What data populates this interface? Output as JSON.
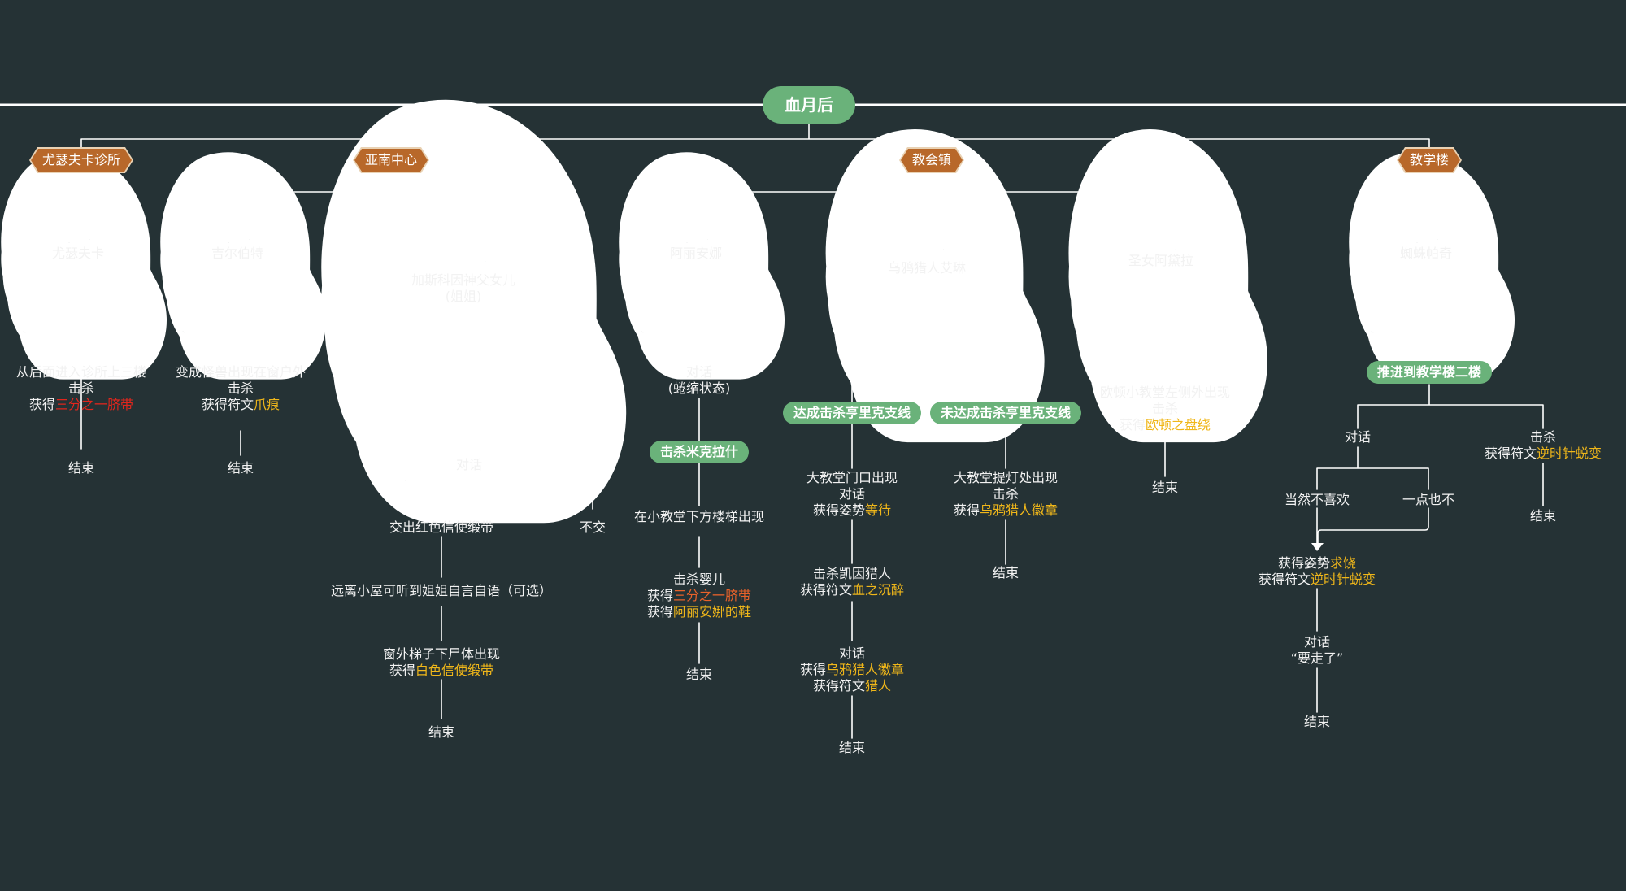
{
  "root": {
    "label": "血月后"
  },
  "locations": [
    {
      "id": "clinic",
      "label": "尤瑟夫卡诊所"
    },
    {
      "id": "yanan",
      "label": "亚南中心"
    },
    {
      "id": "church_town",
      "label": "教会镇"
    },
    {
      "id": "school",
      "label": "教学楼"
    }
  ],
  "characters": [
    {
      "id": "yusefka",
      "label": "尤瑟夫卡"
    },
    {
      "id": "gilbert",
      "label": "吉尔伯特"
    },
    {
      "id": "gascoigne_daughter",
      "line1": "加斯科因神父女儿",
      "line2": "(姐姐)"
    },
    {
      "id": "arianna",
      "label": "阿丽安娜"
    },
    {
      "id": "eileen",
      "label": "乌鸦猎人艾琳"
    },
    {
      "id": "adella",
      "label": "圣女阿黛拉"
    },
    {
      "id": "patches",
      "label": "蜘蛛帕奇"
    }
  ],
  "branches": {
    "clinic": {
      "step1": [
        "从后面进入诊所上三楼",
        "击杀"
      ],
      "step1_reward_prefix": "获得",
      "step1_reward": "三分之一脐带",
      "end": "结束"
    },
    "gilbert": {
      "step1": [
        "变成怪兽出现在窗户外",
        "击杀"
      ],
      "step1_reward_prefix": "获得符文",
      "step1_reward": "爪痕",
      "end": "结束"
    },
    "daughter": {
      "talk": "对话",
      "option_give": "交出红色信使缎带",
      "option_no": "不交",
      "step2": "远离小屋可听到姐姐自言自语（可选）",
      "step3": "窗外梯子下尸体出现",
      "step3_reward_prefix": "获得",
      "step3_reward": "白色信使缎带",
      "end": "结束"
    },
    "arianna": {
      "talk": "对话",
      "talk_note": "(蜷缩状态)",
      "condition": "击杀米克拉什",
      "step2": "在小教堂下方楼梯出现",
      "step3": "击杀婴儿",
      "step3_reward1_prefix": "获得",
      "step3_reward1": "三分之一脐带",
      "step3_reward2_prefix": "获得",
      "step3_reward2": "阿丽安娜的鞋",
      "end": "结束"
    },
    "eileen": {
      "cond_yes": "达成击杀亨里克支线",
      "cond_no": "未达成击杀亨里克支线",
      "yes_step1": [
        "大教堂门口出现",
        "对话"
      ],
      "yes_step1_reward_prefix": "获得姿势",
      "yes_step1_reward": "等待",
      "yes_step2": "击杀凯因猎人",
      "yes_step2_reward_prefix": "获得符文",
      "yes_step2_reward": "血之沉醉",
      "yes_step3": "对话",
      "yes_step3_reward1_prefix": "获得",
      "yes_step3_reward1": "乌鸦猎人徽章",
      "yes_step3_reward2_prefix": "获得符文",
      "yes_step3_reward2": "猎人",
      "yes_end": "结束",
      "no_step1": [
        "大教堂提灯处出现",
        "击杀"
      ],
      "no_step1_reward_prefix": "获得",
      "no_step1_reward": "乌鸦猎人徽章",
      "no_end": "结束"
    },
    "adella": {
      "step1": [
        "欧顿小教堂左侧外出现",
        "击杀"
      ],
      "step1_reward_prefix": "获得",
      "step1_reward": "欧顿之盘绕",
      "end": "结束"
    },
    "patches": {
      "condition": "推进到教学楼二楼",
      "talk": "对话",
      "kill": "击杀",
      "kill_reward_prefix": "获得符文",
      "kill_reward": "逆时针蜕变",
      "kill_end": "结束",
      "answer1": "当然不喜欢",
      "answer2": "一点也不",
      "reward1_prefix": "获得姿势",
      "reward1": "求饶",
      "reward2_prefix": "获得符文",
      "reward2": "逆时针蜕变",
      "step2": "对话",
      "step2_note": "“要走了”",
      "end": "结束"
    }
  },
  "colors": {
    "background": "#253235",
    "line": "#ffffff",
    "pill": "#6ab27a",
    "location": "#b8682a",
    "reward_yellow": "#f0b71a",
    "reward_red": "#e0261d",
    "reward_orange": "#e8622a"
  }
}
